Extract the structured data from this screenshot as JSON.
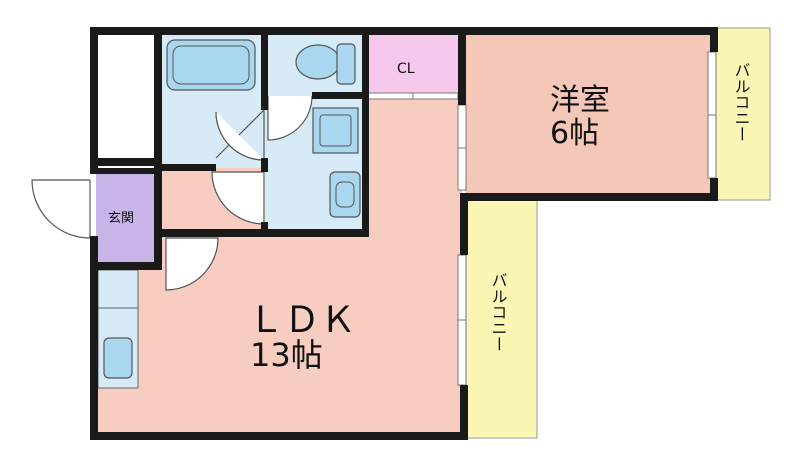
{
  "rooms": {
    "western_room": {
      "label": "洋室",
      "size": "6帖"
    },
    "ldk": {
      "label": "ＬＤＫ",
      "size": "13帖"
    },
    "closet": {
      "label": "CL"
    },
    "entrance": {
      "label": "玄関"
    }
  },
  "balconies": {
    "top_right": {
      "label": "バルコニー"
    },
    "middle": {
      "label": "バルコニー"
    }
  },
  "colors": {
    "wall": "#1a1a1a",
    "room_pink": "#f4c7b9",
    "ldk_pink": "#f7cdc1",
    "bath_blue": "#d7ebf7",
    "fixture_blue": "#a9d7ef",
    "closet_pink": "#f5c8ec",
    "entrance_purple": "#c8b4e6",
    "balcony_yellow": "#fbf6b4"
  }
}
